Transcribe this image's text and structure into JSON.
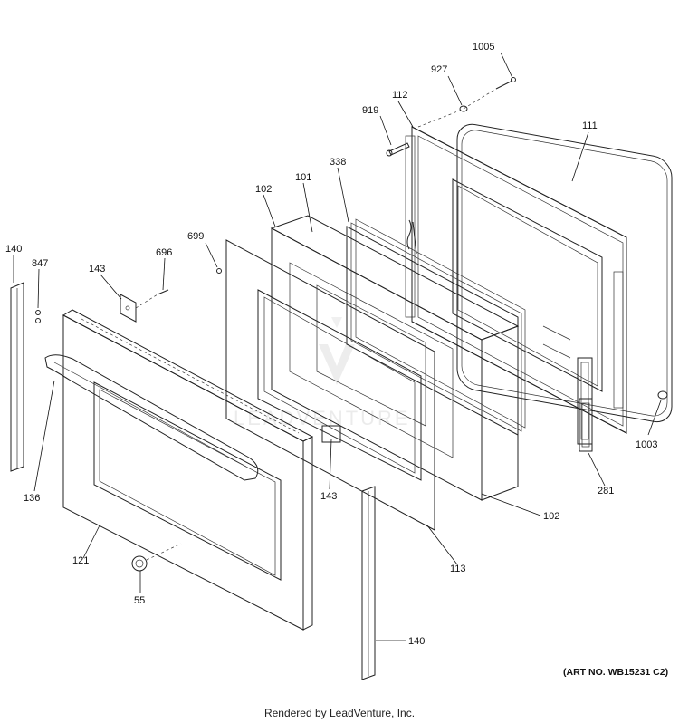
{
  "labels": {
    "l1005": "1005",
    "l927": "927",
    "l112": "112",
    "l919": "919",
    "l338": "338",
    "l111": "111",
    "l102a": "102",
    "l101": "101",
    "l699": "699",
    "l140a": "140",
    "l847": "847",
    "l143a": "143",
    "l696": "696",
    "l136": "136",
    "l143b": "143",
    "l102b": "102",
    "l1003": "1003",
    "l281": "281",
    "l121": "121",
    "l113": "113",
    "l55": "55",
    "l140b": "140"
  },
  "watermark": "LEADVENTURE",
  "art_number": "(ART NO. WB15231 C2)",
  "footer": "Rendered by LeadVenture, Inc."
}
